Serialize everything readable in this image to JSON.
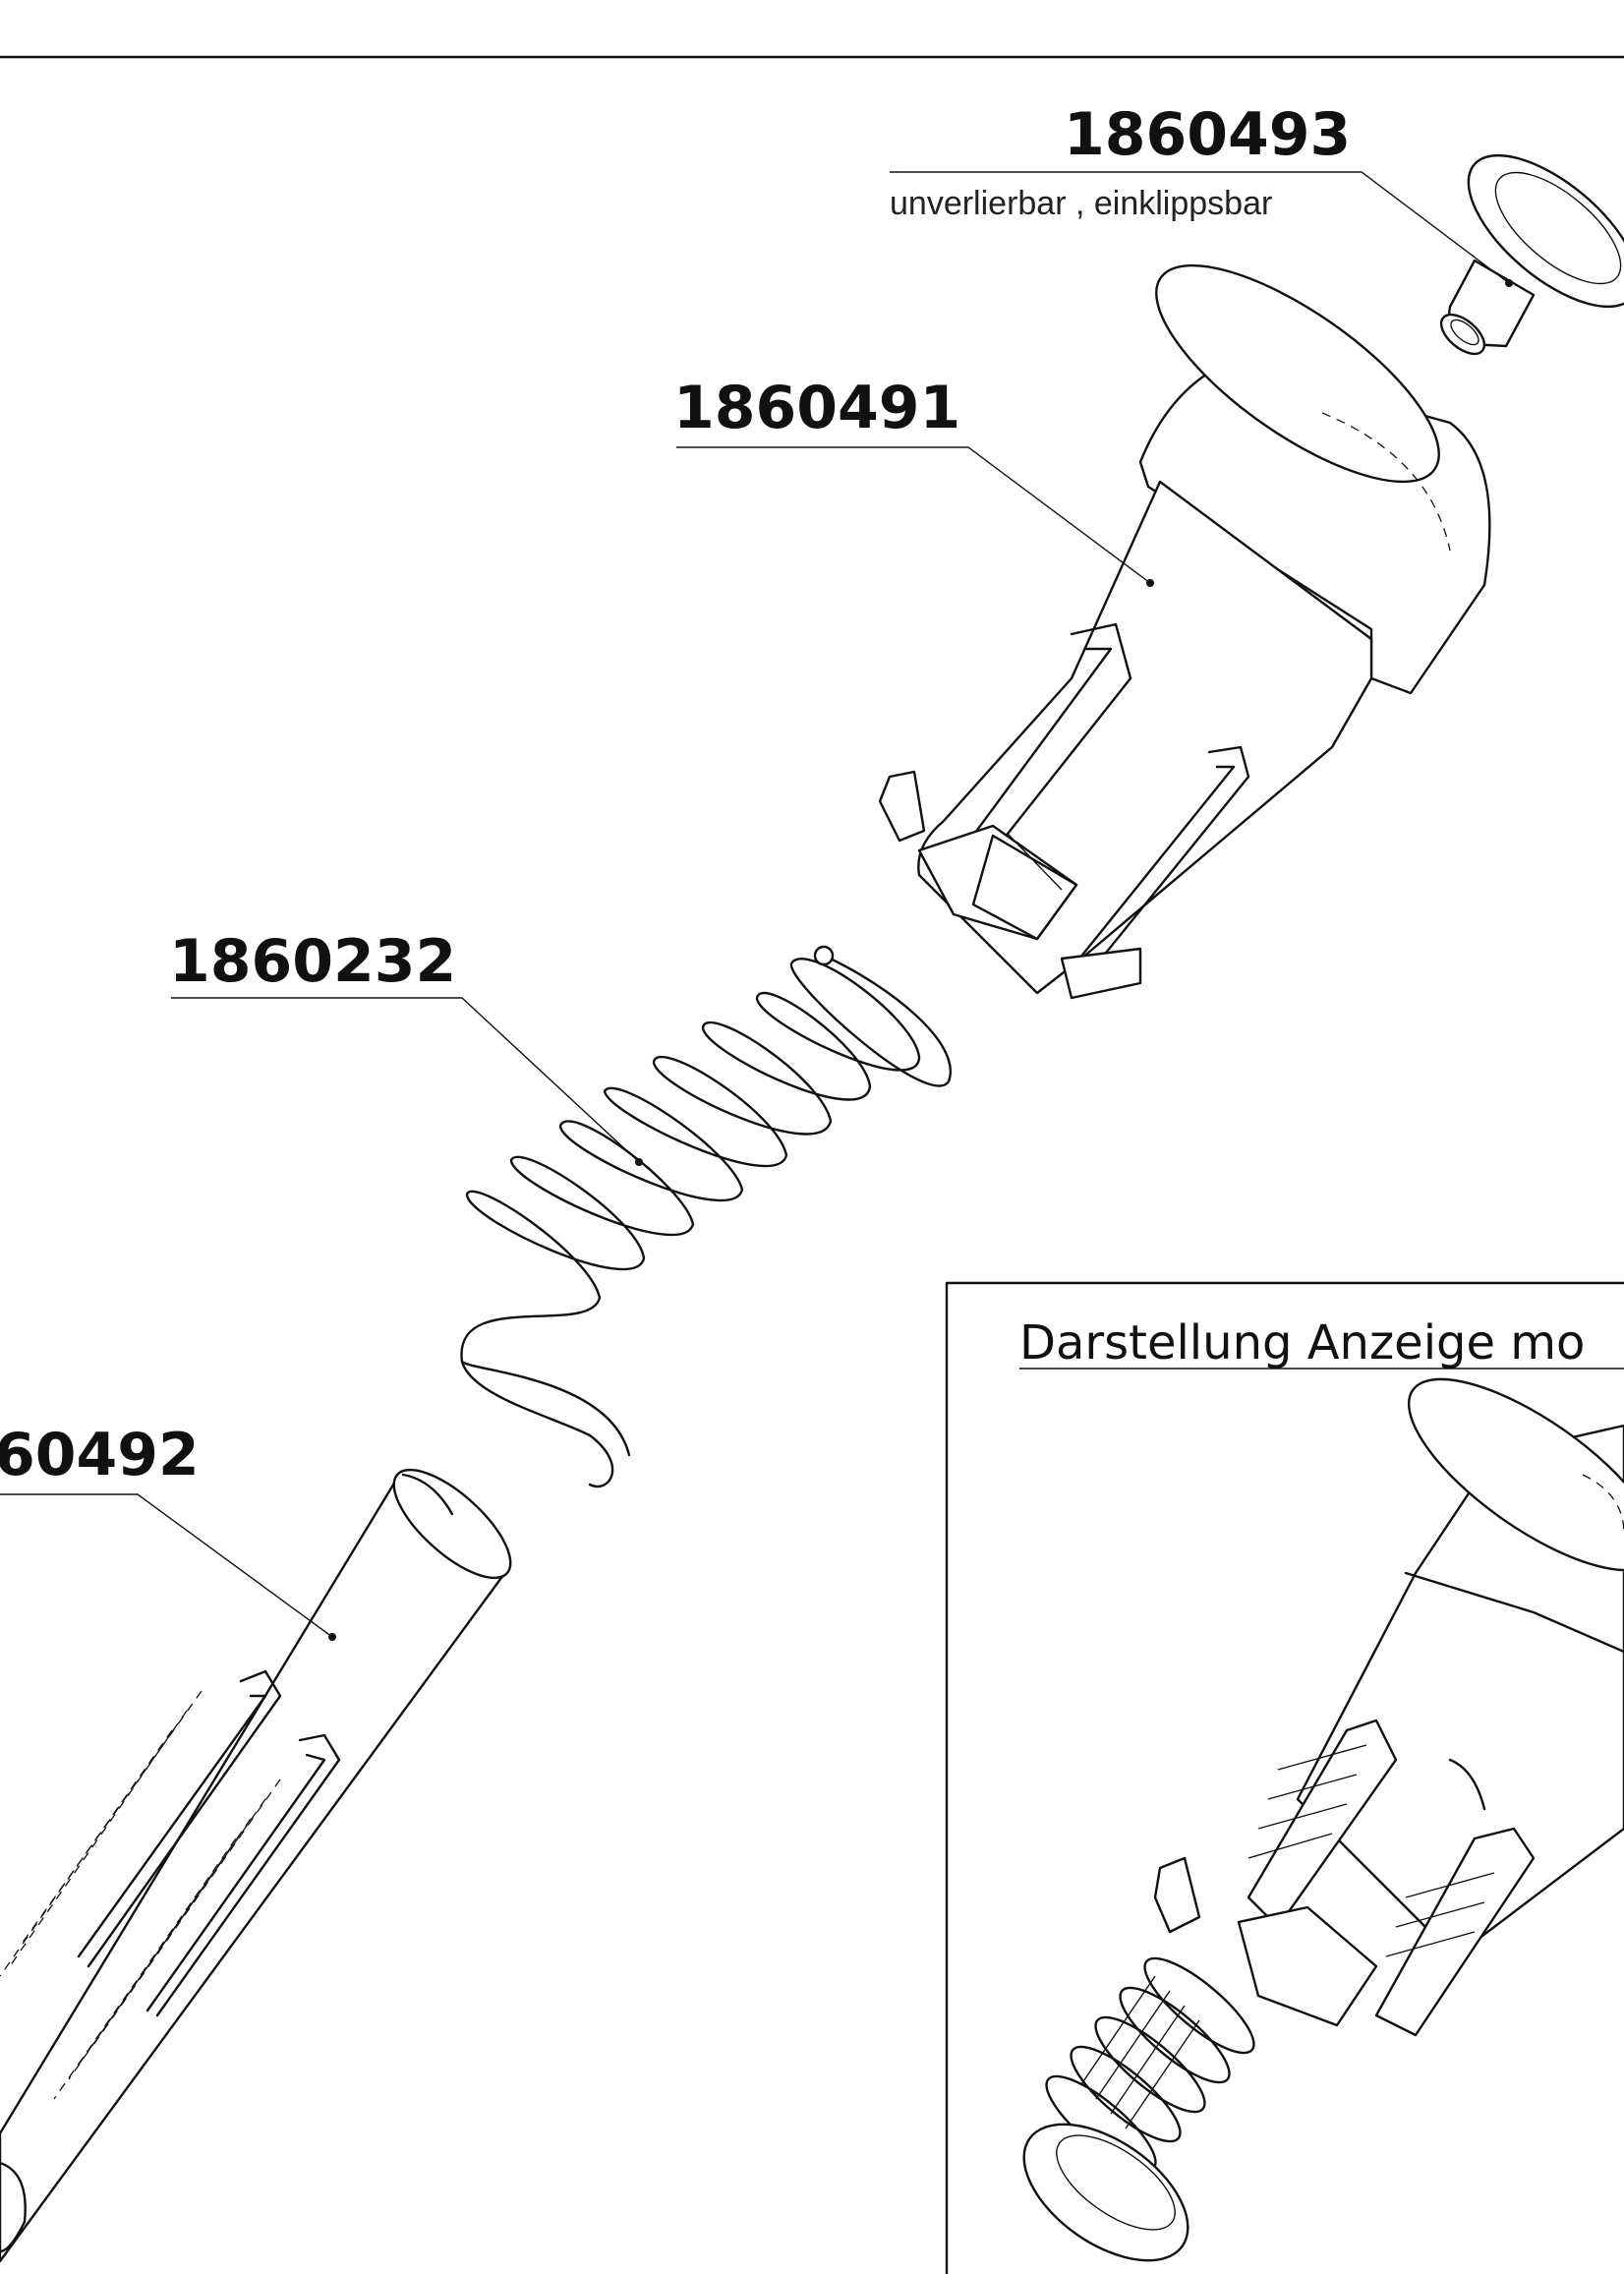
{
  "parts": [
    {
      "id": "part-1860493",
      "number": "1860493",
      "note": "unverlierbar , einklippsbar"
    },
    {
      "id": "part-1860491",
      "number": "1860491"
    },
    {
      "id": "part-1860232",
      "number": "1860232"
    },
    {
      "id": "part-1860492",
      "number": "60492"
    }
  ],
  "inset": {
    "caption": "Darstellung Anzeige mo"
  }
}
